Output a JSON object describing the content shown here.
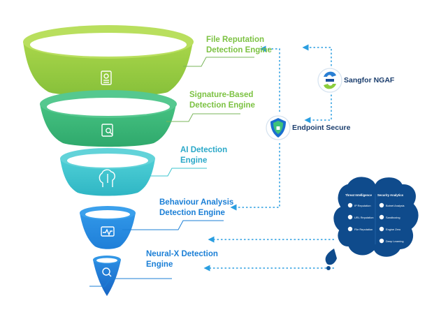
{
  "engines": [
    {
      "label": "File Reputation\nDetection Engine"
    },
    {
      "label": "Signature-Based\nDetection Engine"
    },
    {
      "label": "AI Detection\nEngine"
    },
    {
      "label": "Behaviour Analysis\nDetection Engine"
    },
    {
      "label": "Neural-X Detection\nEngine"
    }
  ],
  "sources": {
    "ngaf": "Sangfor NGAF",
    "endpoint": "Endpoint Secure"
  },
  "cloud": {
    "threat_title": "Threat Intelligence",
    "analytics_title": "Security Analytics",
    "threat_items": [
      "IP Reputation",
      "URL Reputation",
      "File Reputation"
    ],
    "analytics_items": [
      "Botnet Analysis",
      "Sandboxing",
      "Engine Zero",
      "Deep Learning"
    ]
  },
  "colors": {
    "tier1": "#9ccc3c",
    "tier2": "#3bb878",
    "tier3": "#3cc5cf",
    "tier4": "#1e86de",
    "tier5": "#1a76d2",
    "arrow": "#2a9ee0",
    "cloud": "#0f4b8c",
    "label_green": "#7cc242",
    "label_blue": "#1b7fd6"
  }
}
